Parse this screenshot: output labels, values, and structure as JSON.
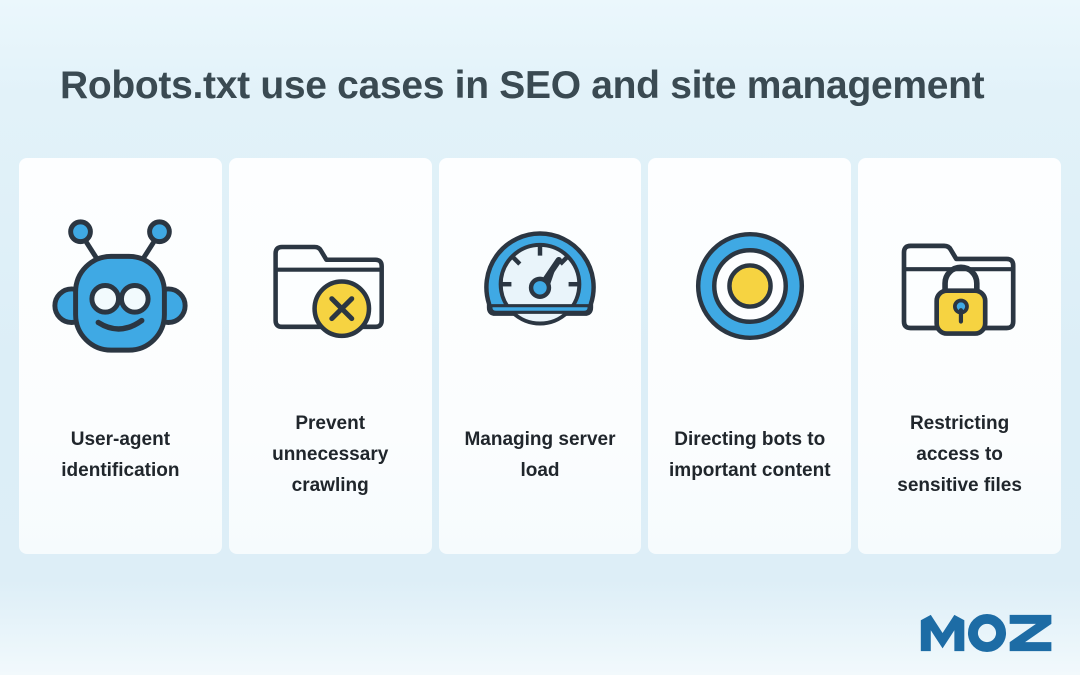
{
  "title": "Robots.txt use cases in SEO and site management",
  "cards": [
    {
      "icon": "robot",
      "label": "User-agent identification"
    },
    {
      "icon": "folder-x",
      "label": "Prevent unnecessary crawling"
    },
    {
      "icon": "speedometer",
      "label": "Managing server load"
    },
    {
      "icon": "target",
      "label": "Directing bots to important content"
    },
    {
      "icon": "folder-lock",
      "label": "Restricting access to sensitive files"
    }
  ],
  "footer": {
    "brand": "MOZ"
  },
  "colors": {
    "background": "#ddeef7",
    "card": "#fcfeff",
    "accent_blue": "#3fa9e4",
    "accent_yellow": "#f6d341",
    "icon_outline": "#2b3642",
    "icon_face": "#e9f4fa",
    "title_text": "#3a4a52",
    "label_text": "#20262c",
    "moz_blue": "#1d6ca5"
  }
}
